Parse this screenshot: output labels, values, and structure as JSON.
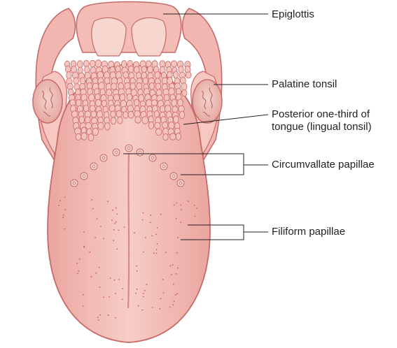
{
  "labels": {
    "epiglottis": "Epiglottis",
    "palatine_tonsil": "Palatine tonsil",
    "posterior_line1": "Posterior one-third of",
    "posterior_line2": "tongue (lingual tonsil)",
    "circumvallate": "Circumvallate papillae",
    "filiform": "Filiform papillae"
  },
  "colors": {
    "tongue_fill": "#f2b8b2",
    "tongue_outline": "#c66a6a",
    "tonsil_fill": "#eec2bb",
    "leader_line": "#231f20"
  }
}
